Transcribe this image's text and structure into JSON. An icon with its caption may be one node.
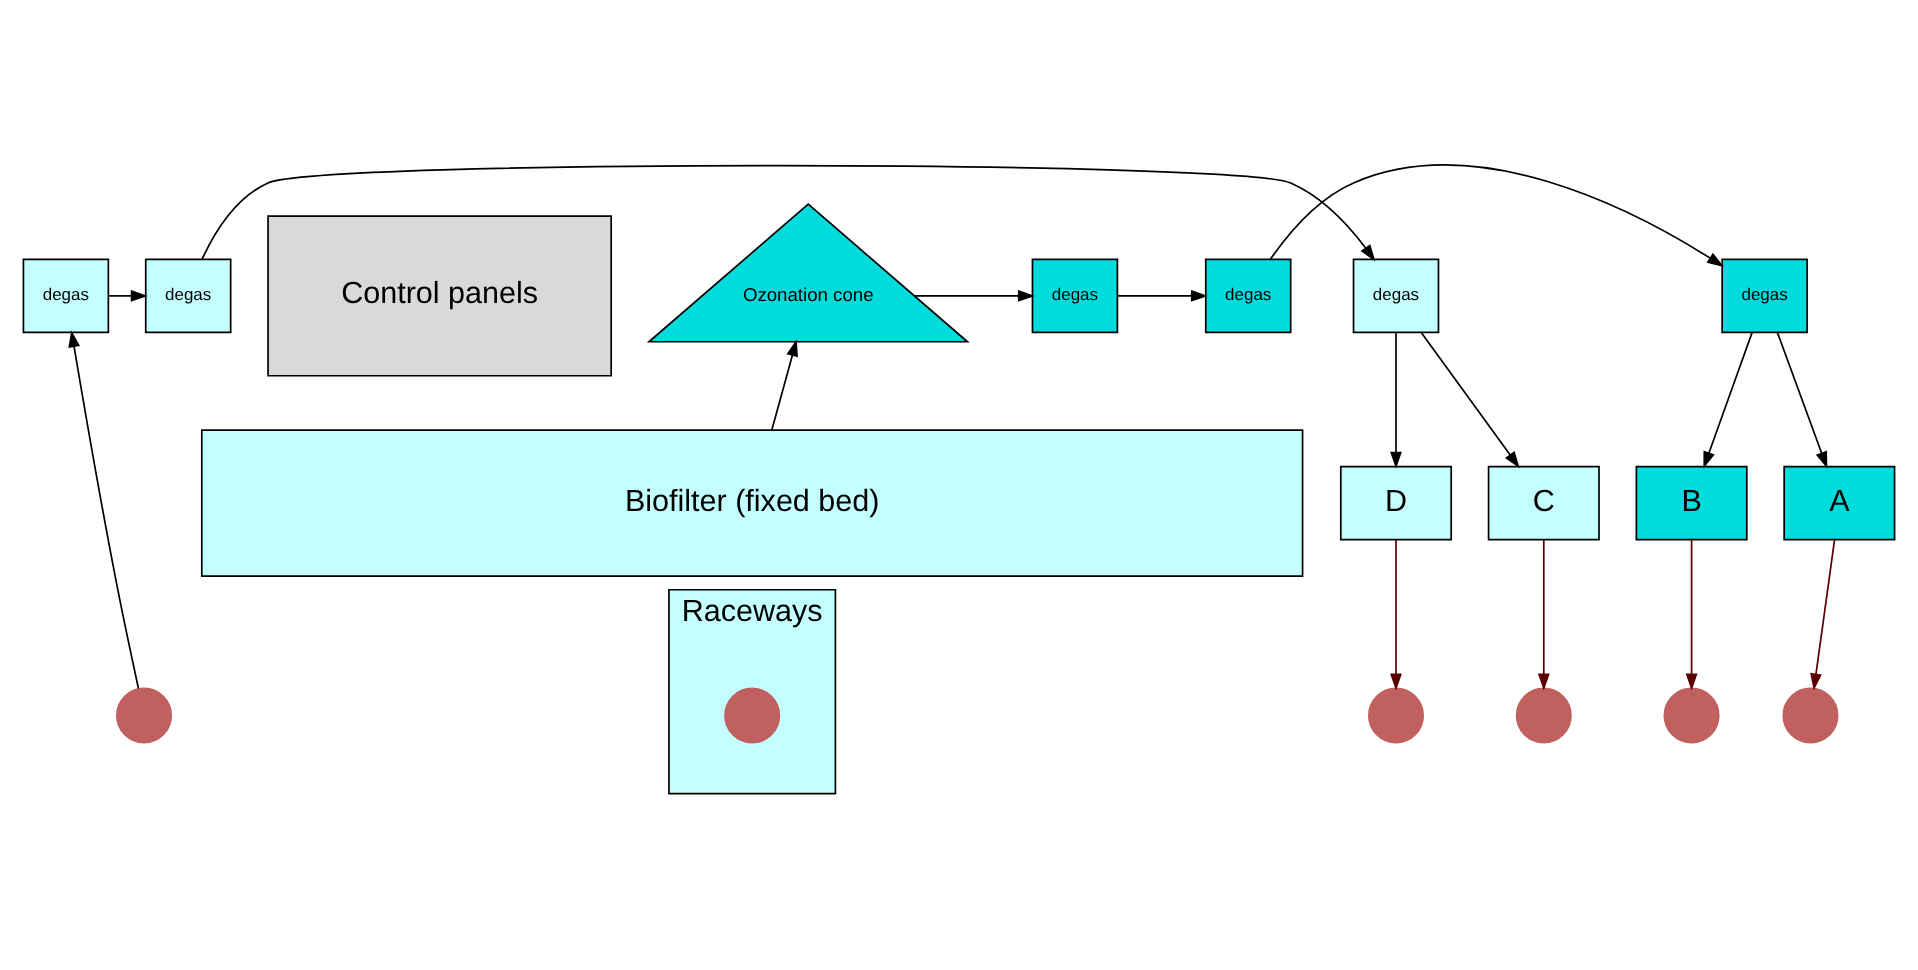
{
  "diagram": {
    "nodes": [
      {
        "text": [
          "degas"
        ]
      },
      {
        "text": [
          "degas"
        ]
      },
      {
        "text": [
          "degas"
        ]
      },
      {
        "text": [
          "Control panels"
        ]
      },
      {
        "text": [
          "degas"
        ]
      },
      {
        "text": [
          "degas"
        ]
      },
      {
        "text": [
          "degas"
        ]
      },
      {
        "text": [
          "Ozonation cone"
        ]
      },
      {
        "text": [
          "D"
        ]
      },
      {
        "text": [
          "C"
        ]
      },
      {
        "text": [
          "B"
        ]
      },
      {
        "text": [
          "A"
        ]
      },
      {
        "text": [
          "Biofilter (fixed bed)"
        ]
      },
      {
        "text": [
          "Raceways"
        ]
      },
      {
        "text": [],
        "shape": "circle"
      },
      {
        "text": [],
        "shape": "circle"
      },
      {
        "text": [],
        "shape": "circle"
      },
      {
        "text": [],
        "shape": "circle"
      },
      {
        "text": [],
        "shape": "circle"
      },
      {
        "text": [],
        "shape": "circle",
        "in": 13
      }
    ],
    "edges": [
      {
        "from": 0,
        "to": 1,
        "arrow": "to"
      },
      {
        "from": 1,
        "to": 2,
        "arrow": "to"
      },
      {
        "from": 2,
        "to": 8,
        "arrow": "to"
      },
      {
        "from": 2,
        "to": 9,
        "arrow": "to"
      },
      {
        "from": 6,
        "to": 5,
        "arrow": "to"
      },
      {
        "from": 5,
        "to": 4,
        "arrow": "to"
      },
      {
        "from": 4,
        "to": 10,
        "arrow": "to"
      },
      {
        "from": 4,
        "to": 11,
        "arrow": "to"
      },
      {
        "from": 7,
        "to": 6,
        "arrow": "to"
      },
      {
        "from": 12,
        "to": 7,
        "arrow": "to"
      },
      {
        "from": 8,
        "to": 15,
        "arrow": "to",
        "color": "#5a0000"
      },
      {
        "from": 9,
        "to": 16,
        "arrow": "to",
        "color": "#5a0000"
      },
      {
        "from": 10,
        "to": 17,
        "arrow": "to",
        "color": "#5a0000"
      },
      {
        "from": 11,
        "to": 18,
        "arrow": "to",
        "color": "#5a0000"
      },
      {
        "from": 14,
        "to": 0,
        "arrow": "to"
      }
    ]
  }
}
